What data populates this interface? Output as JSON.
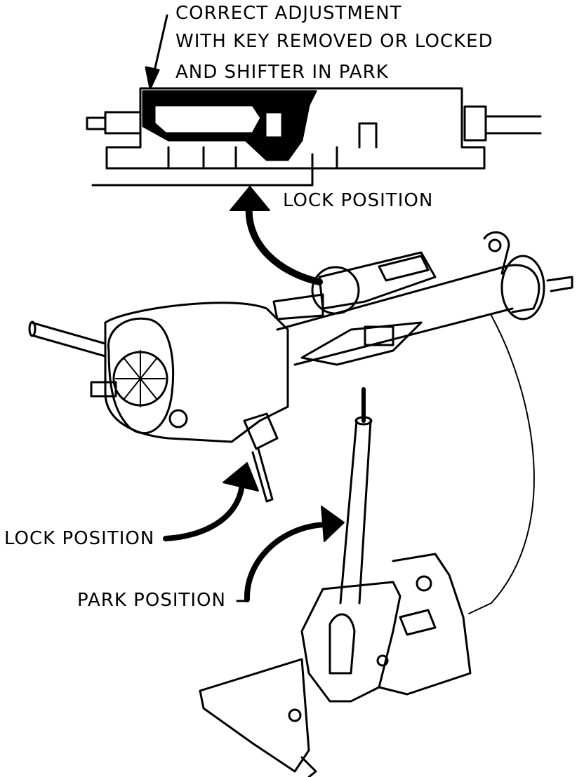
{
  "labels": {
    "title_line_1": "CORRECT ADJUSTMENT",
    "title_line_2": "WITH KEY REMOVED OR LOCKED",
    "title_line_3": "AND SHIFTER IN PARK",
    "lock_position_top": "LOCK POSITION",
    "lock_position_ignition": "LOCK POSITION",
    "park_position": "PARK POSITION"
  },
  "colors": {
    "ink": "#000000",
    "paper": "#ffffff"
  }
}
